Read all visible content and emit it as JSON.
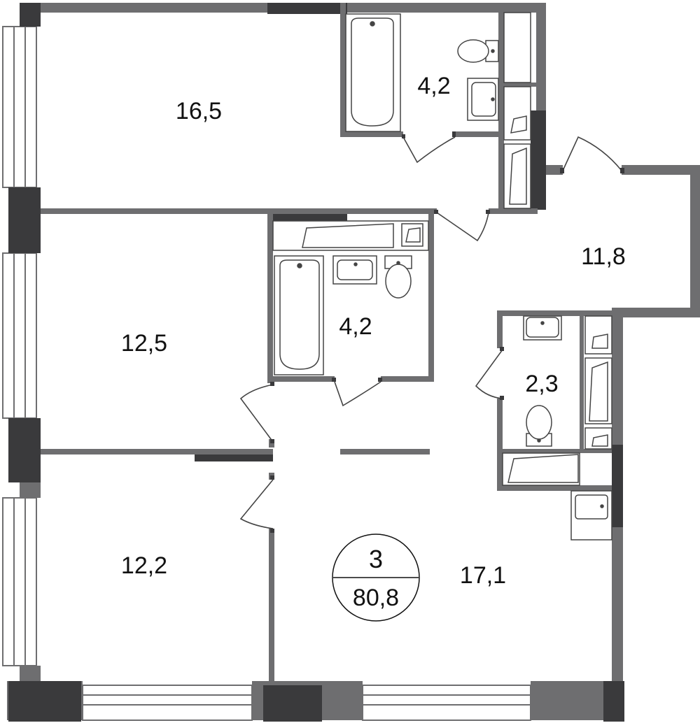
{
  "plan": {
    "colors": {
      "wall": "#6e6e70",
      "wall_dark": "#3a3a3c",
      "fixture_line": "#444444",
      "background": "#ffffff"
    },
    "rooms": [
      {
        "id": "bedroom-1",
        "area": "16,5"
      },
      {
        "id": "bathroom-1",
        "area": "4,2"
      },
      {
        "id": "hall",
        "area": "11,8"
      },
      {
        "id": "bedroom-2",
        "area": "12,5"
      },
      {
        "id": "bathroom-2",
        "area": "4,2"
      },
      {
        "id": "wc",
        "area": "2,3"
      },
      {
        "id": "bedroom-3",
        "area": "12,2"
      },
      {
        "id": "living-room",
        "area": "17,1"
      }
    ],
    "summary": {
      "rooms_count": "3",
      "total_area": "80,8"
    }
  }
}
